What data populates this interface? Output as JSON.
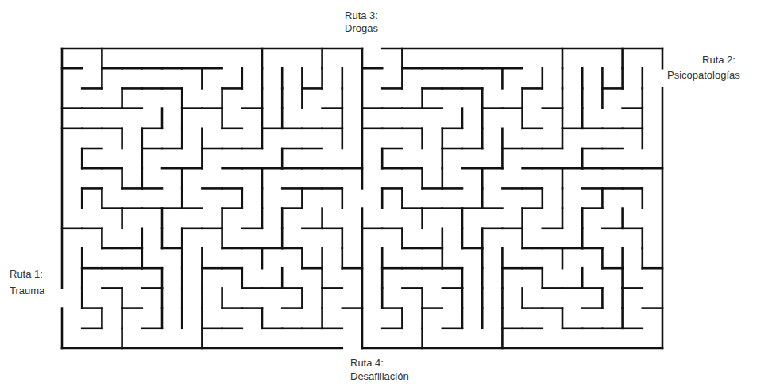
{
  "diagram": {
    "labels": [
      "Ruta 3:",
      "Drogas",
      "Ruta 2:",
      "Psicopatologías",
      "Ruta 1:",
      "Trauma",
      "Ruta 4:",
      "Desafiliación"
    ]
  }
}
